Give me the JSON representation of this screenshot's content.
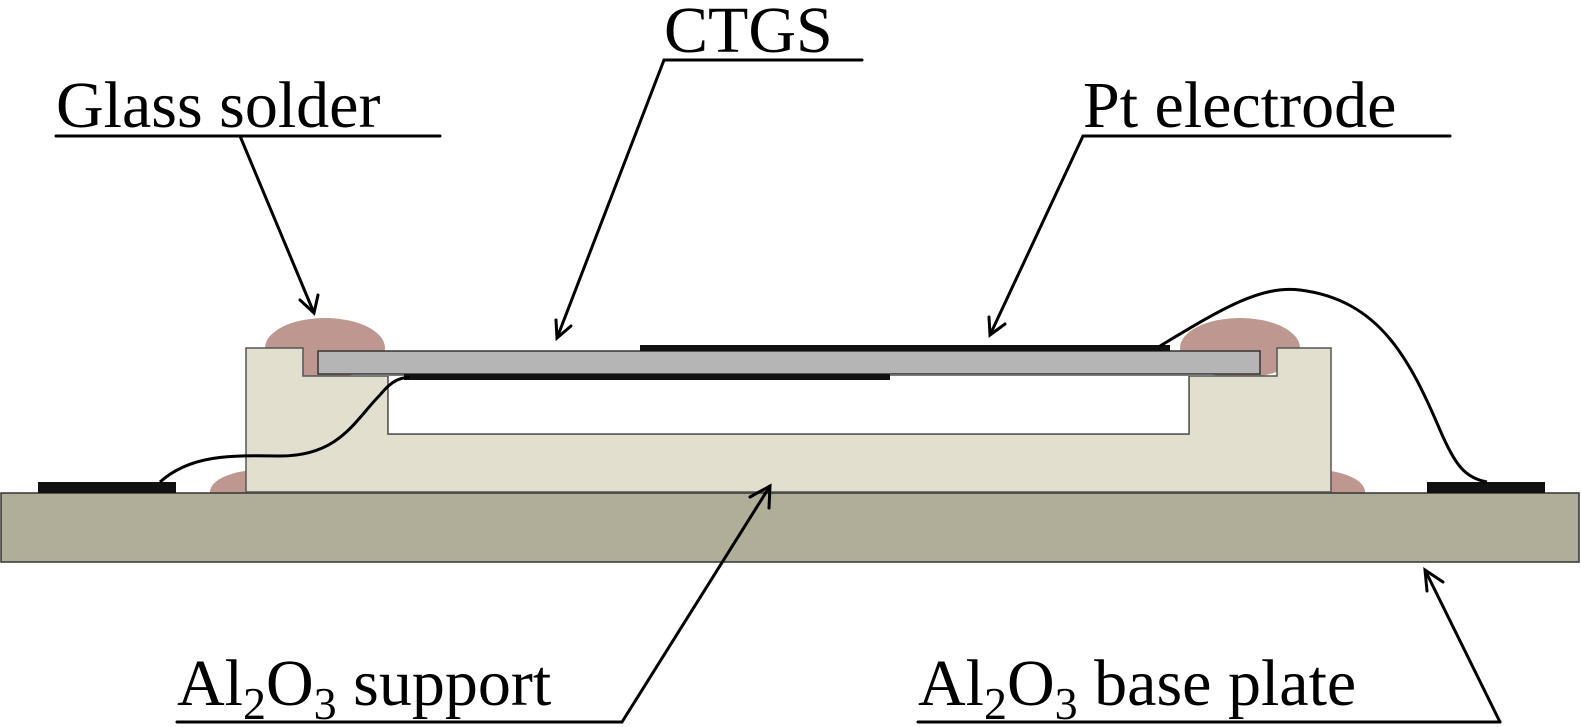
{
  "figure": {
    "labels": {
      "glass_solder": "Glass solder",
      "ctgs": "CTGS",
      "pt_electrode": "Pt electrode",
      "support": {
        "prefix": "Al",
        "sub1": "2",
        "mid": "O",
        "sub2": "3",
        "suffix": " support"
      },
      "base_plate": {
        "prefix": "Al",
        "sub1": "2",
        "mid": "O",
        "sub2": "3",
        "suffix": " base plate"
      }
    },
    "colors": {
      "base_plate": "#b0ae98",
      "support": "#e2dfcf",
      "ctgs": "#b5b5b5",
      "glass_solder": "#be9890",
      "electrode": "#111111",
      "outline": "#555555"
    }
  }
}
